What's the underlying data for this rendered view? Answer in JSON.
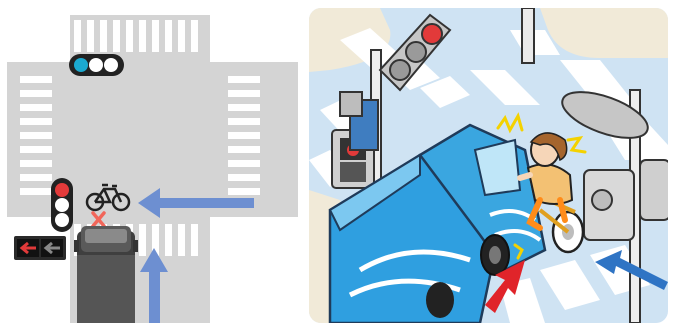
{
  "figure": {
    "left_panel": {
      "name": "intersection-diagram",
      "main_signal_state": "green",
      "side_signal_state": "red",
      "arrow_signal_state": "red-left-arrow-lit",
      "cyclist_path": "blocked",
      "vehicle_path": "forward"
    },
    "right_panel": {
      "name": "left-hook-collision-illustration",
      "truck_color": "#3aa6e0",
      "cyclist_shirt_color": "#f3c173"
    },
    "colors": {
      "road_gray": "#d4d4d4",
      "crosswalk_white": "#ffffff",
      "arrow_blue": "#6d8fd1",
      "arrow_red": "#e0242a",
      "signal_green": "#1ba9cf",
      "signal_red": "#e23a3a",
      "cross_mark": "#f1665a",
      "street_blue": "#cfe3f3"
    }
  }
}
